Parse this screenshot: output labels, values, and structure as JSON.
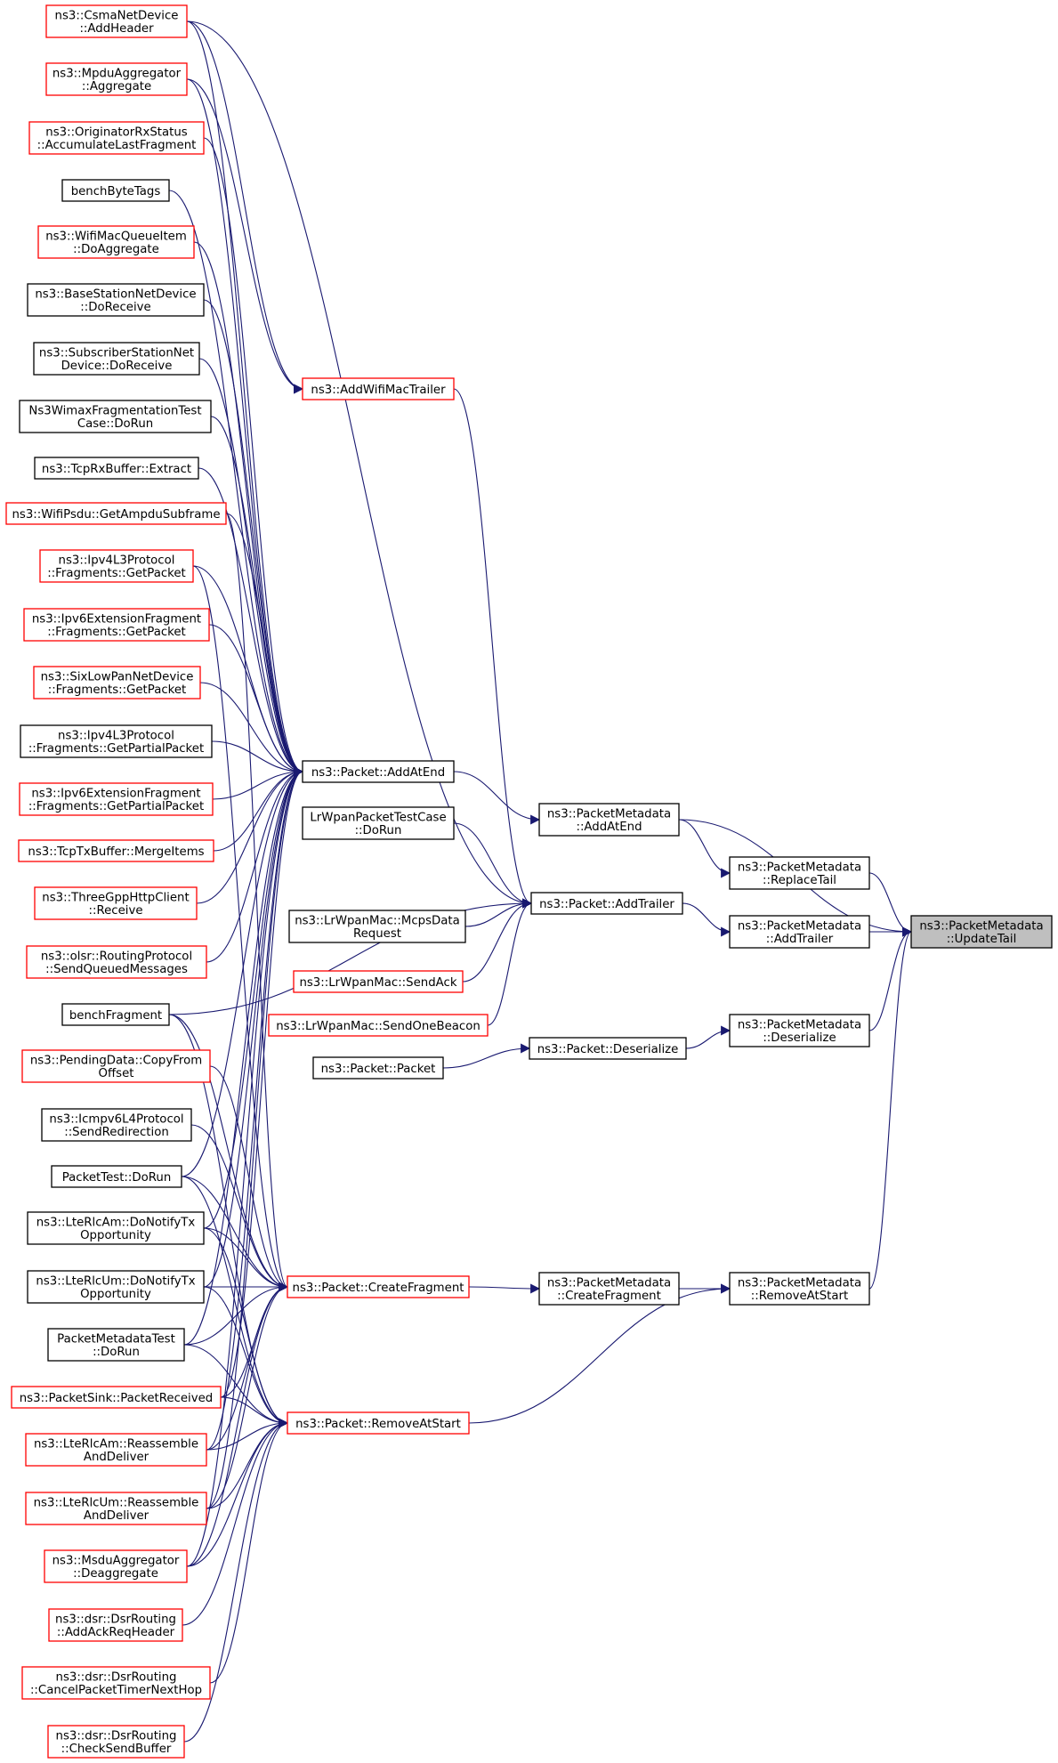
{
  "diagram": {
    "type": "call-graph",
    "target": "n_UpdateTail",
    "colors": {
      "edge": "#191970",
      "red_border": "#ff0000",
      "black_border": "#000000",
      "target_fill": "#bfbfbf"
    },
    "nodes": [
      {
        "id": "n_CsmaAddHeader",
        "lines": [
          "ns3::CsmaNetDevice",
          "::AddHeader"
        ],
        "border": "red"
      },
      {
        "id": "n_MpduAggregate",
        "lines": [
          "ns3::MpduAggregator",
          "::Aggregate"
        ],
        "border": "red"
      },
      {
        "id": "n_OrigAccum",
        "lines": [
          "ns3::OriginatorRxStatus",
          "::AccumulateLastFragment"
        ],
        "border": "red"
      },
      {
        "id": "n_benchByteTags",
        "lines": [
          "benchByteTags"
        ],
        "border": "black"
      },
      {
        "id": "n_WifiMacDoAgg",
        "lines": [
          "ns3::WifiMacQueueItem",
          "::DoAggregate"
        ],
        "border": "red"
      },
      {
        "id": "n_BSDoReceive",
        "lines": [
          "ns3::BaseStationNetDevice",
          "::DoReceive"
        ],
        "border": "black"
      },
      {
        "id": "n_SSDoReceive",
        "lines": [
          "ns3::SubscriberStationNet",
          "Device::DoReceive"
        ],
        "border": "black"
      },
      {
        "id": "n_WimaxFrag",
        "lines": [
          "Ns3WimaxFragmentationTest",
          "Case::DoRun"
        ],
        "border": "black"
      },
      {
        "id": "n_TcpRxExtract",
        "lines": [
          "ns3::TcpRxBuffer::Extract"
        ],
        "border": "black"
      },
      {
        "id": "n_WifiPsdu",
        "lines": [
          "ns3::WifiPsdu::GetAmpduSubframe"
        ],
        "border": "red"
      },
      {
        "id": "n_Ipv4FragGet",
        "lines": [
          "ns3::Ipv4L3Protocol",
          "::Fragments::GetPacket"
        ],
        "border": "red"
      },
      {
        "id": "n_Ipv6FragGet",
        "lines": [
          "ns3::Ipv6ExtensionFragment",
          "::Fragments::GetPacket"
        ],
        "border": "red"
      },
      {
        "id": "n_SixLowPan",
        "lines": [
          "ns3::SixLowPanNetDevice",
          "::Fragments::GetPacket"
        ],
        "border": "red"
      },
      {
        "id": "n_Ipv4FragPartial",
        "lines": [
          "ns3::Ipv4L3Protocol",
          "::Fragments::GetPartialPacket"
        ],
        "border": "black"
      },
      {
        "id": "n_Ipv6FragPartial",
        "lines": [
          "ns3::Ipv6ExtensionFragment",
          "::Fragments::GetPartialPacket"
        ],
        "border": "red"
      },
      {
        "id": "n_TcpTxMerge",
        "lines": [
          "ns3::TcpTxBuffer::MergeItems"
        ],
        "border": "red"
      },
      {
        "id": "n_HttpReceive",
        "lines": [
          "ns3::ThreeGppHttpClient",
          "::Receive"
        ],
        "border": "red"
      },
      {
        "id": "n_OlsrSend",
        "lines": [
          "ns3::olsr::RoutingProtocol",
          "::SendQueuedMessages"
        ],
        "border": "red"
      },
      {
        "id": "n_benchFragment",
        "lines": [
          "benchFragment"
        ],
        "border": "black"
      },
      {
        "id": "n_PendingCopy",
        "lines": [
          "ns3::PendingData::CopyFrom",
          "Offset"
        ],
        "border": "red"
      },
      {
        "id": "n_Icmpv6Redir",
        "lines": [
          "ns3::Icmpv6L4Protocol",
          "::SendRedirection"
        ],
        "border": "black"
      },
      {
        "id": "n_PacketTest",
        "lines": [
          "PacketTest::DoRun"
        ],
        "border": "black"
      },
      {
        "id": "n_LteAmNotify",
        "lines": [
          "ns3::LteRlcAm::DoNotifyTx",
          "Opportunity"
        ],
        "border": "black"
      },
      {
        "id": "n_LteUmNotify",
        "lines": [
          "ns3::LteRlcUm::DoNotifyTx",
          "Opportunity"
        ],
        "border": "black"
      },
      {
        "id": "n_PMTest",
        "lines": [
          "PacketMetadataTest",
          "::DoRun"
        ],
        "border": "black"
      },
      {
        "id": "n_PacketSink",
        "lines": [
          "ns3::PacketSink::PacketReceived"
        ],
        "border": "red"
      },
      {
        "id": "n_LteAmReasm",
        "lines": [
          "ns3::LteRlcAm::Reassemble",
          "AndDeliver"
        ],
        "border": "red"
      },
      {
        "id": "n_LteUmReasm",
        "lines": [
          "ns3::LteRlcUm::Reassemble",
          "AndDeliver"
        ],
        "border": "red"
      },
      {
        "id": "n_MsduDeagg",
        "lines": [
          "ns3::MsduAggregator",
          "::Deaggregate"
        ],
        "border": "red"
      },
      {
        "id": "n_DsrAddAck",
        "lines": [
          "ns3::dsr::DsrRouting",
          "::AddAckReqHeader"
        ],
        "border": "red"
      },
      {
        "id": "n_DsrCancel",
        "lines": [
          "ns3::dsr::DsrRouting",
          "::CancelPacketTimerNextHop"
        ],
        "border": "red"
      },
      {
        "id": "n_DsrCheck",
        "lines": [
          "ns3::dsr::DsrRouting",
          "::CheckSendBuffer"
        ],
        "border": "red"
      },
      {
        "id": "n_AddWifiMacTrailer",
        "lines": [
          "ns3::AddWifiMacTrailer"
        ],
        "border": "red"
      },
      {
        "id": "n_PacketAddAtEnd",
        "lines": [
          "ns3::Packet::AddAtEnd"
        ],
        "border": "black"
      },
      {
        "id": "n_LrWpanTest",
        "lines": [
          "LrWpanPacketTestCase",
          "::DoRun"
        ],
        "border": "black"
      },
      {
        "id": "n_McpsData",
        "lines": [
          "ns3::LrWpanMac::McpsData",
          "Request"
        ],
        "border": "black"
      },
      {
        "id": "n_SendAck",
        "lines": [
          "ns3::LrWpanMac::SendAck"
        ],
        "border": "red"
      },
      {
        "id": "n_SendBeacon",
        "lines": [
          "ns3::LrWpanMac::SendOneBeacon"
        ],
        "border": "red"
      },
      {
        "id": "n_PacketCtor",
        "lines": [
          "ns3::Packet::Packet"
        ],
        "border": "black"
      },
      {
        "id": "n_PacketCreateFrag",
        "lines": [
          "ns3::Packet::CreateFragment"
        ],
        "border": "red"
      },
      {
        "id": "n_PacketRemoveAtStart",
        "lines": [
          "ns3::Packet::RemoveAtStart"
        ],
        "border": "red"
      },
      {
        "id": "n_PacketAddTrailer",
        "lines": [
          "ns3::Packet::AddTrailer"
        ],
        "border": "black"
      },
      {
        "id": "n_PacketDeserialize",
        "lines": [
          "ns3::Packet::Deserialize"
        ],
        "border": "black"
      },
      {
        "id": "n_PMAddAtEnd",
        "lines": [
          "ns3::PacketMetadata",
          "::AddAtEnd"
        ],
        "border": "black"
      },
      {
        "id": "n_PMCreateFrag",
        "lines": [
          "ns3::PacketMetadata",
          "::CreateFragment"
        ],
        "border": "black"
      },
      {
        "id": "n_PMReplaceTail",
        "lines": [
          "ns3::PacketMetadata",
          "::ReplaceTail"
        ],
        "border": "black"
      },
      {
        "id": "n_PMAddTrailer",
        "lines": [
          "ns3::PacketMetadata",
          "::AddTrailer"
        ],
        "border": "black"
      },
      {
        "id": "n_PMDeserialize",
        "lines": [
          "ns3::PacketMetadata",
          "::Deserialize"
        ],
        "border": "black"
      },
      {
        "id": "n_PMRemoveAtStart",
        "lines": [
          "ns3::PacketMetadata",
          "::RemoveAtStart"
        ],
        "border": "black"
      },
      {
        "id": "n_UpdateTail",
        "lines": [
          "ns3::PacketMetadata",
          "::UpdateTail"
        ],
        "border": "target"
      }
    ],
    "edges": [
      [
        "n_CsmaAddHeader",
        "n_AddWifiMacTrailer"
      ],
      [
        "n_MpduAggregate",
        "n_AddWifiMacTrailer"
      ],
      [
        "n_CsmaAddHeader",
        "n_PacketAddAtEnd"
      ],
      [
        "n_MpduAggregate",
        "n_PacketAddAtEnd"
      ],
      [
        "n_OrigAccum",
        "n_PacketAddAtEnd"
      ],
      [
        "n_benchByteTags",
        "n_PacketAddAtEnd"
      ],
      [
        "n_WifiMacDoAgg",
        "n_PacketAddAtEnd"
      ],
      [
        "n_BSDoReceive",
        "n_PacketAddAtEnd"
      ],
      [
        "n_SSDoReceive",
        "n_PacketAddAtEnd"
      ],
      [
        "n_WimaxFrag",
        "n_PacketAddAtEnd"
      ],
      [
        "n_TcpRxExtract",
        "n_PacketAddAtEnd"
      ],
      [
        "n_WifiPsdu",
        "n_PacketAddAtEnd"
      ],
      [
        "n_Ipv4FragGet",
        "n_PacketAddAtEnd"
      ],
      [
        "n_Ipv6FragGet",
        "n_PacketAddAtEnd"
      ],
      [
        "n_SixLowPan",
        "n_PacketAddAtEnd"
      ],
      [
        "n_Ipv4FragPartial",
        "n_PacketAddAtEnd"
      ],
      [
        "n_Ipv6FragPartial",
        "n_PacketAddAtEnd"
      ],
      [
        "n_TcpTxMerge",
        "n_PacketAddAtEnd"
      ],
      [
        "n_HttpReceive",
        "n_PacketAddAtEnd"
      ],
      [
        "n_OlsrSend",
        "n_PacketAddAtEnd"
      ],
      [
        "n_PacketTest",
        "n_PacketAddAtEnd"
      ],
      [
        "n_LteAmNotify",
        "n_PacketAddAtEnd"
      ],
      [
        "n_LteUmNotify",
        "n_PacketAddAtEnd"
      ],
      [
        "n_PMTest",
        "n_PacketAddAtEnd"
      ],
      [
        "n_PacketSink",
        "n_PacketAddAtEnd"
      ],
      [
        "n_LteAmReasm",
        "n_PacketAddAtEnd"
      ],
      [
        "n_LteUmReasm",
        "n_PacketAddAtEnd"
      ],
      [
        "n_MsduDeagg",
        "n_PacketAddAtEnd"
      ],
      [
        "n_CsmaAddHeader",
        "n_PacketAddTrailer"
      ],
      [
        "n_AddWifiMacTrailer",
        "n_PacketAddTrailer"
      ],
      [
        "n_LrWpanTest",
        "n_PacketAddTrailer"
      ],
      [
        "n_McpsData",
        "n_PacketAddTrailer"
      ],
      [
        "n_SendAck",
        "n_PacketAddTrailer"
      ],
      [
        "n_SendBeacon",
        "n_PacketAddTrailer"
      ],
      [
        "n_benchFragment",
        "n_PacketAddTrailer"
      ],
      [
        "n_benchFragment",
        "n_PacketCreateFrag"
      ],
      [
        "n_PendingCopy",
        "n_PacketCreateFrag"
      ],
      [
        "n_Icmpv6Redir",
        "n_PacketCreateFrag"
      ],
      [
        "n_PacketTest",
        "n_PacketCreateFrag"
      ],
      [
        "n_LteAmNotify",
        "n_PacketCreateFrag"
      ],
      [
        "n_LteUmNotify",
        "n_PacketCreateFrag"
      ],
      [
        "n_PMTest",
        "n_PacketCreateFrag"
      ],
      [
        "n_PacketSink",
        "n_PacketCreateFrag"
      ],
      [
        "n_LteAmReasm",
        "n_PacketCreateFrag"
      ],
      [
        "n_LteUmReasm",
        "n_PacketCreateFrag"
      ],
      [
        "n_MsduDeagg",
        "n_PacketCreateFrag"
      ],
      [
        "n_WifiPsdu",
        "n_PacketCreateFrag"
      ],
      [
        "n_Ipv4FragGet",
        "n_PacketCreateFrag"
      ],
      [
        "n_benchFragment",
        "n_PacketRemoveAtStart"
      ],
      [
        "n_PacketTest",
        "n_PacketRemoveAtStart"
      ],
      [
        "n_LteAmNotify",
        "n_PacketRemoveAtStart"
      ],
      [
        "n_LteUmNotify",
        "n_PacketRemoveAtStart"
      ],
      [
        "n_PMTest",
        "n_PacketRemoveAtStart"
      ],
      [
        "n_PacketSink",
        "n_PacketRemoveAtStart"
      ],
      [
        "n_LteAmReasm",
        "n_PacketRemoveAtStart"
      ],
      [
        "n_LteUmReasm",
        "n_PacketRemoveAtStart"
      ],
      [
        "n_MsduDeagg",
        "n_PacketRemoveAtStart"
      ],
      [
        "n_DsrAddAck",
        "n_PacketRemoveAtStart"
      ],
      [
        "n_DsrCancel",
        "n_PacketRemoveAtStart"
      ],
      [
        "n_DsrCheck",
        "n_PacketRemoveAtStart"
      ],
      [
        "n_PacketCtor",
        "n_PacketDeserialize"
      ],
      [
        "n_PacketAddAtEnd",
        "n_PMAddAtEnd"
      ],
      [
        "n_PacketAddTrailer",
        "n_PMAddTrailer"
      ],
      [
        "n_PacketDeserialize",
        "n_PMDeserialize"
      ],
      [
        "n_PacketCreateFrag",
        "n_PMCreateFrag"
      ],
      [
        "n_PMAddAtEnd",
        "n_PMReplaceTail"
      ],
      [
        "n_PMCreateFrag",
        "n_PMRemoveAtStart"
      ],
      [
        "n_PacketRemoveAtStart",
        "n_PMRemoveAtStart"
      ],
      [
        "n_PMAddAtEnd",
        "n_UpdateTail"
      ],
      [
        "n_PMReplaceTail",
        "n_UpdateTail"
      ],
      [
        "n_PMAddTrailer",
        "n_UpdateTail"
      ],
      [
        "n_PMDeserialize",
        "n_UpdateTail"
      ],
      [
        "n_PMRemoveAtStart",
        "n_UpdateTail"
      ]
    ]
  }
}
